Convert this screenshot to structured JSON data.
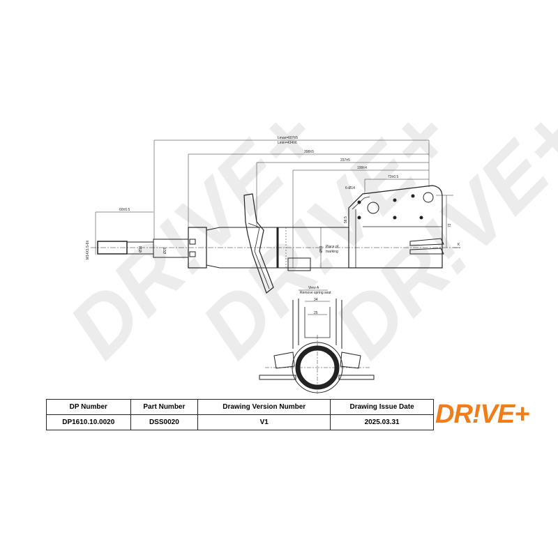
{
  "watermark": "DR!VE+",
  "drawing": {
    "lmax": "Lmax=607±5",
    "lmin": "Lmin=434±6",
    "d398": "398±5",
    "d237": "237±5",
    "d199": "199±4",
    "d73": "73±0.5",
    "holes": "6-Ø14",
    "d60": "60±0.5",
    "thread": "M14X1.5-6h",
    "dia16": "Ø16",
    "dia25": "Ø25",
    "dia53": "Ø53",
    "marking1": "Place of",
    "marking2": "marking",
    "d56": "56.5",
    "d72": "72",
    "k": "K",
    "view_a": "View A",
    "remove_seat": "Remove spring seat",
    "d34": "34",
    "d25": "25"
  },
  "table": {
    "headers": [
      "DP Number",
      "Part Number",
      "Drawing Version Number",
      "Drawing Issue Date"
    ],
    "values": [
      "DP1610.10.0020",
      "DSS0020",
      "V1",
      "2025.03.31"
    ]
  },
  "logo": "DR!VE+",
  "colors": {
    "brand": "#f07d1a",
    "line": "#222222",
    "watermark": "#ececec"
  }
}
